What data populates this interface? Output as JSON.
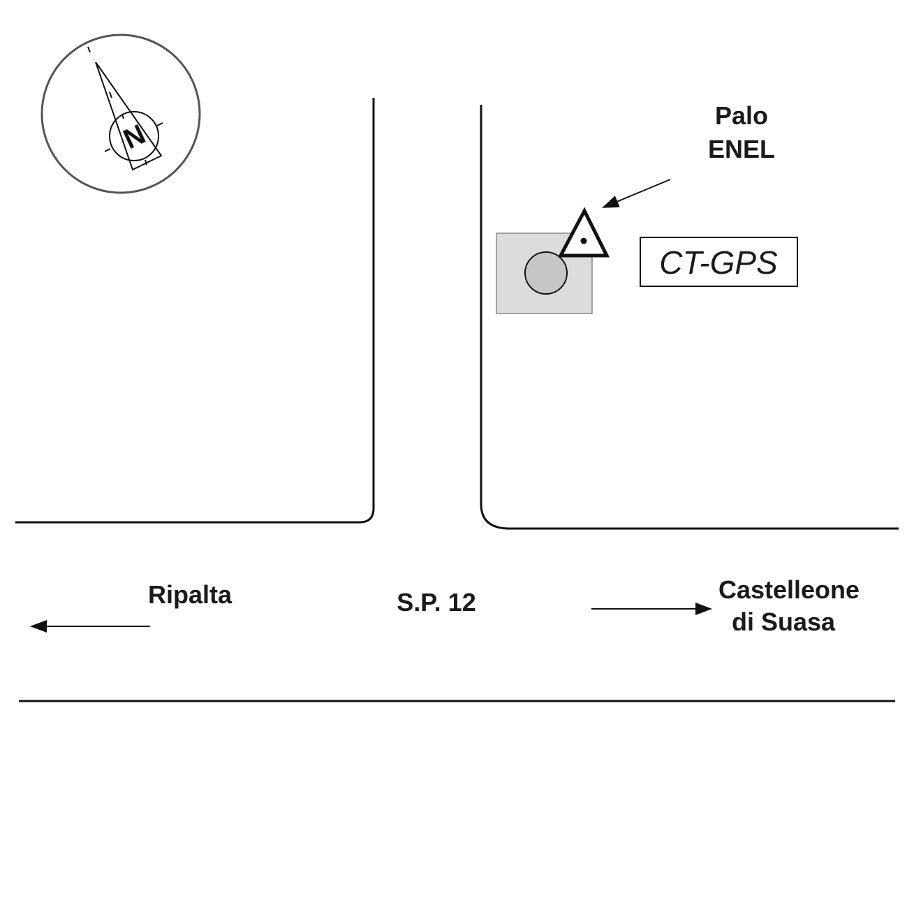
{
  "compass": {
    "letter": "N",
    "icon": "north-arrow-icon"
  },
  "landmark": {
    "line1": "Palo",
    "line2": "ENEL"
  },
  "station": {
    "label": "CT-GPS",
    "fill_color": "#dcdcdc",
    "marker_color": "#c6c6c6"
  },
  "road": {
    "name": "S.P. 12"
  },
  "directions": {
    "west": "Ripalta",
    "east_line1": "Castelleone",
    "east_line2": "di Suasa"
  }
}
